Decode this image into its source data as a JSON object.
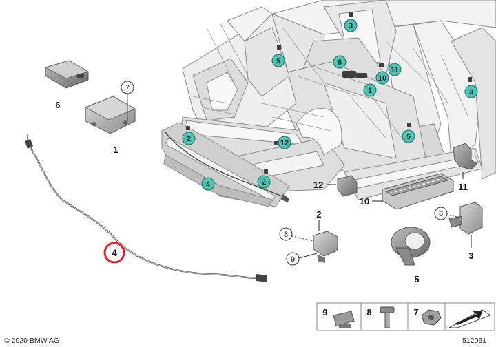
{
  "labels": {
    "p1": "1",
    "p2": "2",
    "p3": "3",
    "p4": "4",
    "p5": "5",
    "p6": "6",
    "p7": "7",
    "p8": "8",
    "p9": "9",
    "p10": "10",
    "p11": "11",
    "p12": "12"
  },
  "copyright": "© 2020 BMW AG",
  "diagram_number": "512061",
  "colors": {
    "marker_teal": "#4fc4b2",
    "highlight_red": "#e2232a",
    "sheet": "#e9e9e9",
    "metal": "#b9b9b9"
  }
}
